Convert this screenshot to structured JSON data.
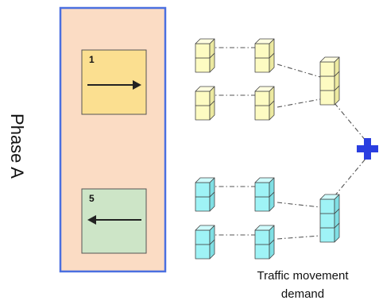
{
  "phase": {
    "label": "Phase A"
  },
  "movements": [
    {
      "number": "1",
      "direction": "right",
      "color": "#fbdf90"
    },
    {
      "number": "5",
      "direction": "left",
      "color": "#cde5c7"
    }
  ],
  "caption": {
    "line1": "Traffic movement",
    "line2": "demand"
  },
  "colors": {
    "panel_fill": "#fbdcc4",
    "panel_border": "#4a6fe0",
    "yellow_cube_front": "#fdfbc2",
    "yellow_cube_top": "#fffde0",
    "yellow_cube_side": "#ece9a0",
    "cyan_cube_front": "#9ff3f6",
    "cyan_cube_top": "#cffbfc",
    "cyan_cube_side": "#7fdfe4",
    "plus": "#2a3ee0"
  }
}
